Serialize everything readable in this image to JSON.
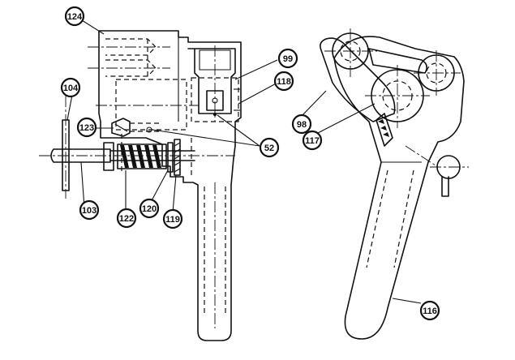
{
  "callouts": [
    {
      "id": "c124",
      "label": "124"
    },
    {
      "id": "c99",
      "label": "99"
    },
    {
      "id": "c118",
      "label": "118"
    },
    {
      "id": "c104",
      "label": "104"
    },
    {
      "id": "c123",
      "label": "123"
    },
    {
      "id": "c52",
      "label": "52"
    },
    {
      "id": "c103",
      "label": "103"
    },
    {
      "id": "c122",
      "label": "122"
    },
    {
      "id": "c120",
      "label": "120"
    },
    {
      "id": "c119",
      "label": "119"
    },
    {
      "id": "c98",
      "label": "98"
    },
    {
      "id": "c117",
      "label": "117"
    },
    {
      "id": "c116",
      "label": "116"
    }
  ]
}
